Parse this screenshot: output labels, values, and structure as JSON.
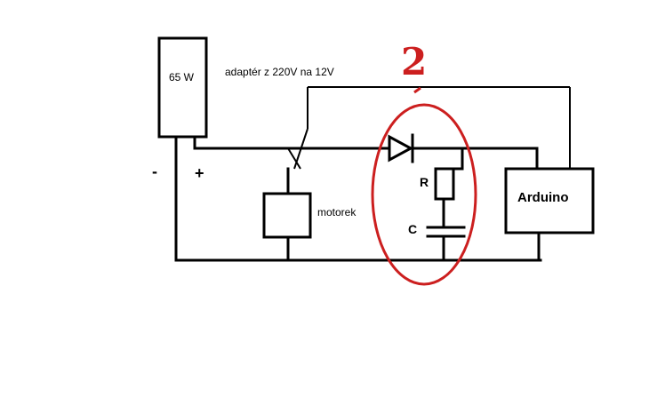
{
  "diagram": {
    "power_supply_label": "65 W",
    "adapter_label": "adaptér z 220V na 12V",
    "minus_label": "-",
    "plus_label": "+",
    "motor_label": "motorek",
    "resistor_label": "R",
    "capacitor_label": "C",
    "arduino_label": "Arduino",
    "annotation_number": "2"
  },
  "colors": {
    "wire": "#000000",
    "annotation": "#cc1f1f",
    "background": "#ffffff"
  }
}
